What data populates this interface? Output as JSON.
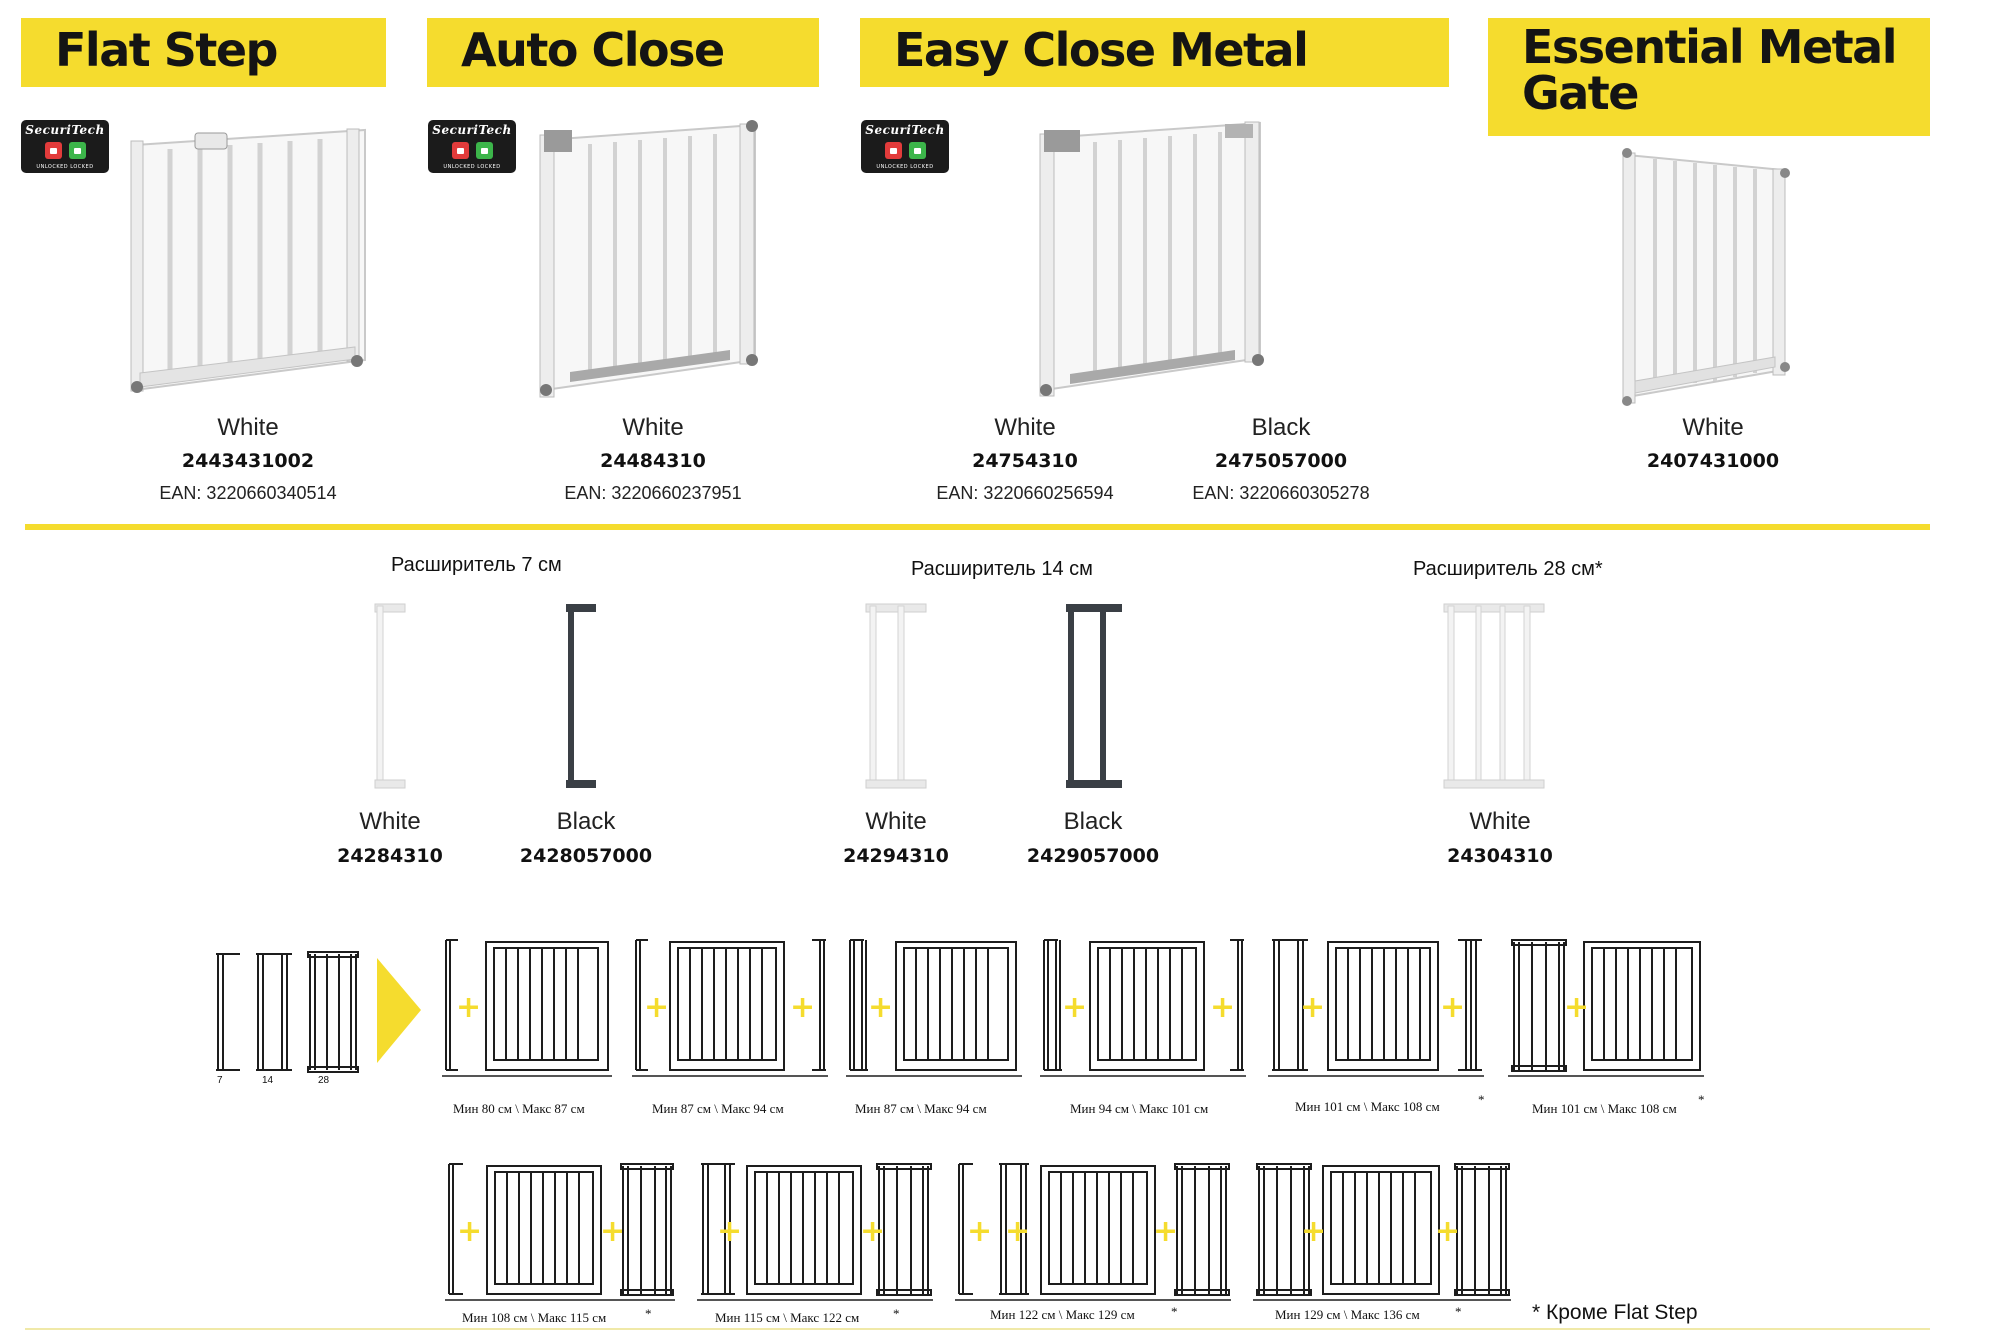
{
  "products": [
    {
      "title": "Flat Step",
      "badge": "SecuriTech",
      "color": "White",
      "code": "2443431002",
      "ean": "EAN: 3220660340514"
    },
    {
      "title": "Auto Close",
      "badge": "SecuriTech",
      "color": "White",
      "code": "24484310",
      "ean": "EAN: 3220660237951"
    },
    {
      "title": "Easy Close Metal",
      "badge": "SecuriTech",
      "variants": [
        {
          "color": "White",
          "code": "24754310",
          "ean": "EAN: 3220660256594"
        },
        {
          "color": "Black",
          "code": "2475057000",
          "ean": "EAN: 3220660305278"
        }
      ]
    },
    {
      "title_line1": "Essential Metal",
      "title_line2": "Gate",
      "color": "White",
      "code": "2407431000"
    }
  ],
  "badge_captions": "UNLOCKED   LOCKED",
  "extensions": [
    {
      "title": "Расширитель 7 см",
      "items": [
        {
          "color": "White",
          "code": "24284310"
        },
        {
          "color": "Black",
          "code": "2428057000"
        }
      ]
    },
    {
      "title": "Расширитель 14 см",
      "items": [
        {
          "color": "White",
          "code": "24294310"
        },
        {
          "color": "Black",
          "code": "2429057000"
        }
      ]
    },
    {
      "title": "Расширитель 28 см*",
      "items": [
        {
          "color": "White",
          "code": "24304310"
        }
      ]
    }
  ],
  "legend": {
    "labels": [
      "7",
      "14",
      "28"
    ]
  },
  "configs_row1": [
    {
      "range": "Мин 80 см \\ Макс 87 см",
      "star": ""
    },
    {
      "range": "Мин 87 см \\ Макс 94 см",
      "star": ""
    },
    {
      "range": "Мин 87 см \\ Макс 94 см",
      "star": ""
    },
    {
      "range": "Мин 94 см \\ Макс 101 см",
      "star": ""
    },
    {
      "range": "Мин 101 см \\ Макс 108 см",
      "star": "*"
    },
    {
      "range": "Мин 101 см \\ Макс 108 см",
      "star": "*"
    }
  ],
  "configs_row2": [
    {
      "range": "Мин 108 см \\ Макс 115 см",
      "star": "*"
    },
    {
      "range": "Мин 115 см \\ Макс 122 см",
      "star": "*"
    },
    {
      "range": "Мин 122 см \\ Макс 129 см",
      "star": "*"
    },
    {
      "range": "Мин 129 см \\ Макс 136 см",
      "star": "*"
    }
  ],
  "footnote": "*  Кроме Flat Step",
  "colors": {
    "accent_yellow": "#f5dc2e",
    "gate_white": "#f2f2f2",
    "gate_black": "#3a3f45"
  }
}
